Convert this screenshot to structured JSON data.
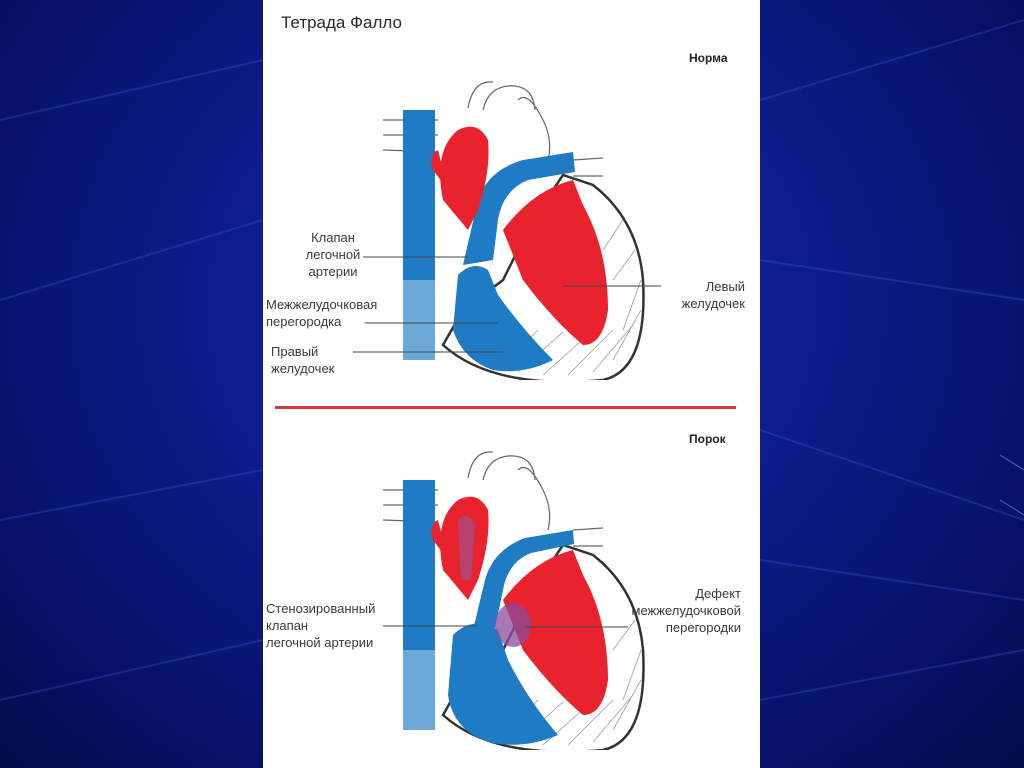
{
  "title": "Тетрада Фалло",
  "colors": {
    "oxygenated": "#e8232e",
    "deoxygenated": "#1f7cc4",
    "divider": "#d23a3a",
    "background": "#0d1c8c"
  },
  "normal": {
    "header": "Норма",
    "labels": {
      "pulmonary_valve": "Клапан\nлегочной\nартерии",
      "septum": "Межжелудочковая\nперегородка",
      "right_ventricle": "Правый\nжелудочек",
      "left_ventricle": "Левый\nжелудочек"
    }
  },
  "defect": {
    "header": "Порок",
    "labels": {
      "stenosed_valve": "Стенозированный\nклапан\nлегочной артерии",
      "septal_defect": "Дефект\nмежжелудочковой\nперегородки"
    }
  }
}
